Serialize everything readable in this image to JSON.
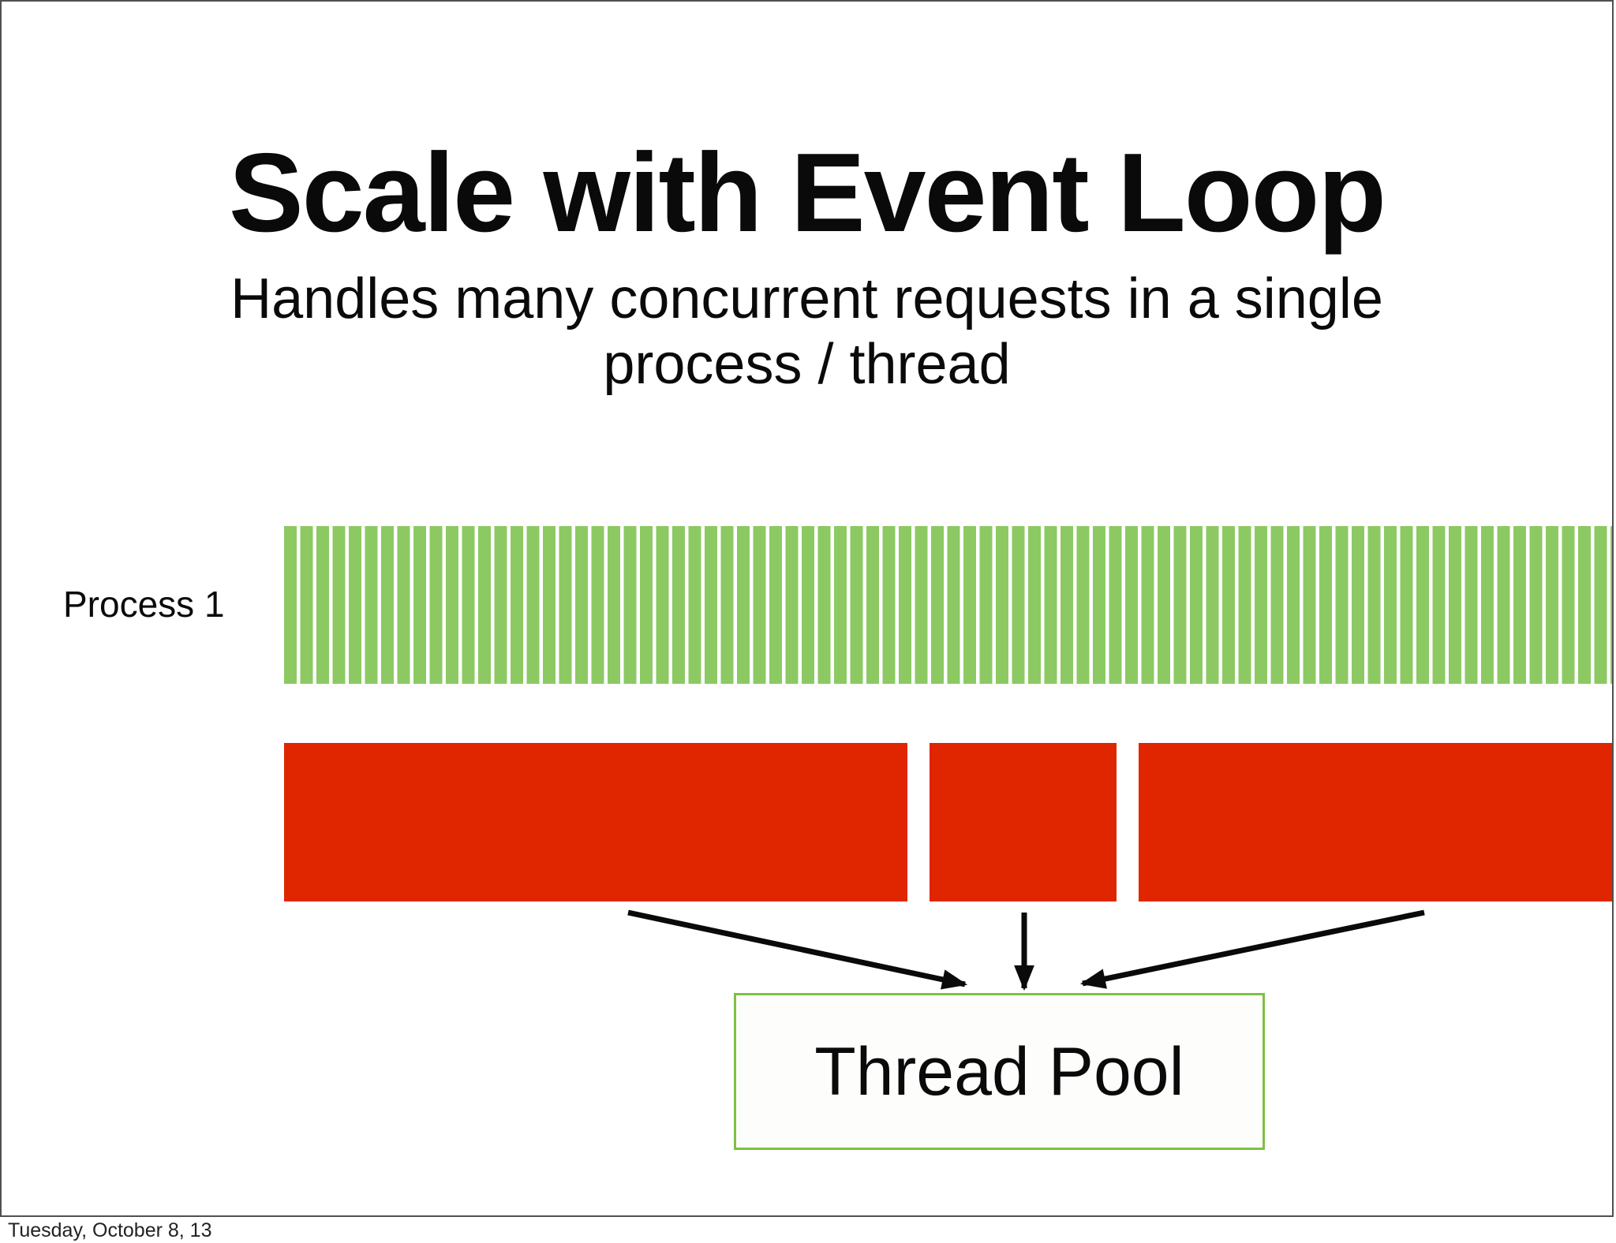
{
  "slide": {
    "title": "Scale with Event Loop",
    "subtitle": {
      "line1": "Handles many concurrent requests in a single",
      "line2": "process / thread"
    },
    "diagram": {
      "process_label": "Process 1",
      "thread_pool_label": "Thread Pool",
      "green_stripe_count": 82,
      "red_block_count": 3,
      "arrow_count": 3
    },
    "footer": "Tuesday, October 8, 13"
  },
  "colors": {
    "stripe_green": "#8DC963",
    "block_red": "#E02600",
    "pool_border_green": "#7CC142",
    "frame_gray": "#505050",
    "arrow_black": "#0a0a0a",
    "title_text": "#0a0a0a",
    "footer_text": "#222222"
  }
}
